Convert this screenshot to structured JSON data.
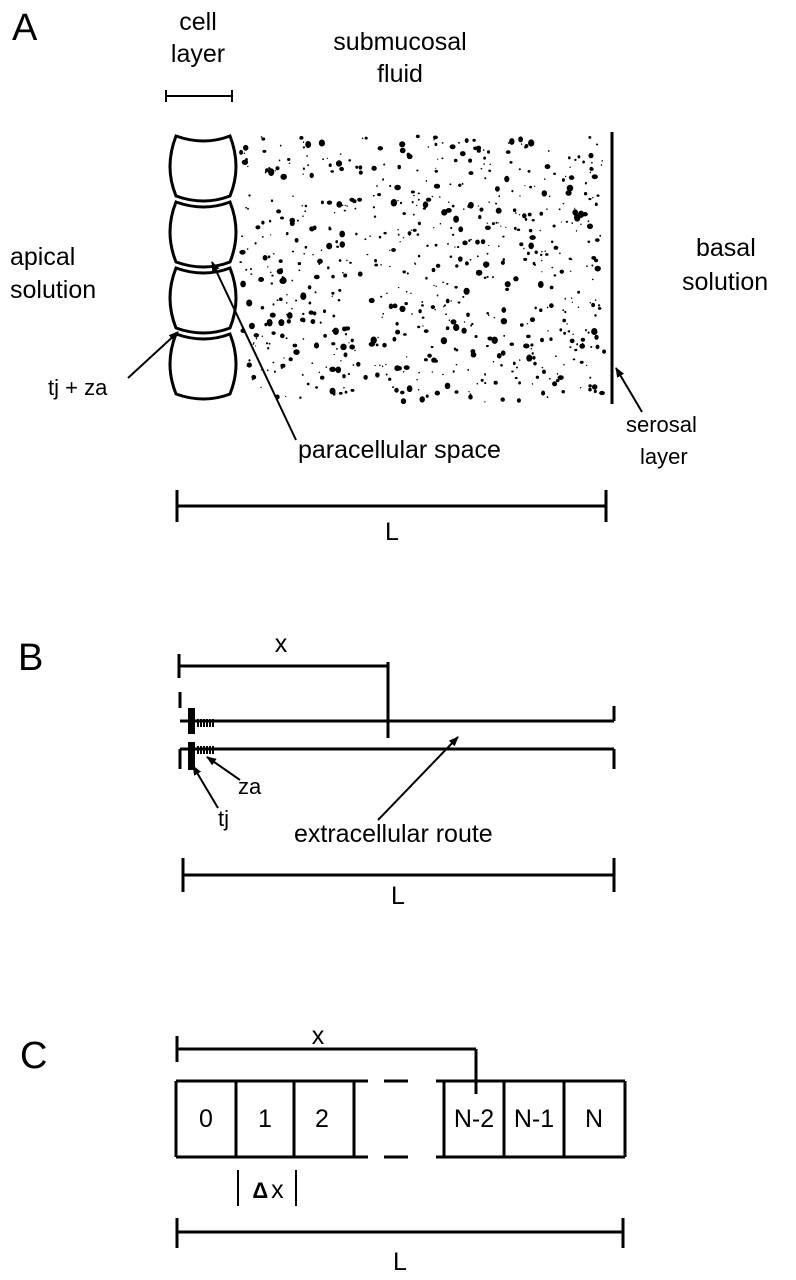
{
  "panel_a": {
    "letter": "A",
    "cell_layer": [
      "cell",
      "layer"
    ],
    "submucosal": [
      "submucosal",
      "fluid"
    ],
    "apical": [
      "apical",
      "solution"
    ],
    "basal": [
      "basal",
      "solution"
    ],
    "tj_za": "tj + za",
    "paracellular": "paracellular space",
    "serosal": [
      "serosal",
      "layer"
    ],
    "length": "L"
  },
  "panel_b": {
    "letter": "B",
    "x": "x",
    "za": "za",
    "tj": "tj",
    "route": "extracellular route",
    "length": "L"
  },
  "panel_c": {
    "letter": "C",
    "x": "x",
    "compartments": [
      "0",
      "1",
      "2",
      "N-2",
      "N-1",
      "N"
    ],
    "delta_symbol": "Δ",
    "delta_var": "x",
    "length": "L"
  }
}
